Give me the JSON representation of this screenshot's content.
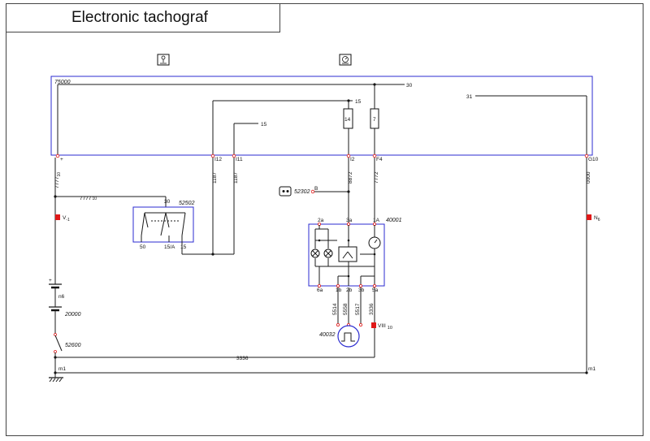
{
  "title": "Electronic tachograf",
  "components": {
    "tachograph": "75000",
    "key_switch": "52502",
    "speed_sensor_unit": "40001",
    "pulse_sensor": "40032",
    "connector": "52302",
    "battery": "20000",
    "battery_switch": "52600",
    "fuse_a": "14",
    "fuse_b": "7"
  },
  "wire_labels": {
    "w7777_vert": "7777",
    "w7777_vert_sub": "10",
    "w7777_horiz": "7777",
    "w7777_horiz_sub": "10",
    "w1187_a": "1187",
    "w1187_b": "1187",
    "w8872": "8872",
    "w7772": "7772",
    "w0000": "0000",
    "w3336_bottom": "3336",
    "w5514": "5514",
    "w5558": "5558",
    "w5517": "5517",
    "w3336_vert": "3336",
    "l15_top": "15",
    "l15_mid": "15",
    "l30": "30",
    "l31": "31"
  },
  "pin_labels": {
    "p_plus": "+",
    "p_i12": "I12",
    "p_i11": "I11",
    "p_i2": "I2",
    "p_f4": "F4",
    "p_g10": "G10",
    "ks_30": "30",
    "ks_50": "50",
    "ks_15a": "15/A",
    "ks_15": "15",
    "su_2a": "2a",
    "su_3a": "3a",
    "su_1a": "1A",
    "su_6a": "6a",
    "su_1b": "1b",
    "su_2b": "2b",
    "su_3b": "3b",
    "su_5a": "5a",
    "conn_pin": "B"
  },
  "markers": {
    "v1": "V",
    "v1_sub": "-1",
    "n6_right": "N",
    "n6_right_sub": "6",
    "n6_left": "n6",
    "viii": "VIII",
    "viii_sub": "10",
    "m1_left": "m1",
    "m1_right": "m1",
    "batt_plus": "+",
    "batt_minus": "-"
  },
  "icons": {
    "left_icon": "key-ignition-icon",
    "right_icon": "tachograph-icon",
    "connector_icon": "connector-icon"
  },
  "colors": {
    "wire": "#1a1a1a",
    "component_box": "#2b2bd0",
    "marker": "#e01818"
  }
}
